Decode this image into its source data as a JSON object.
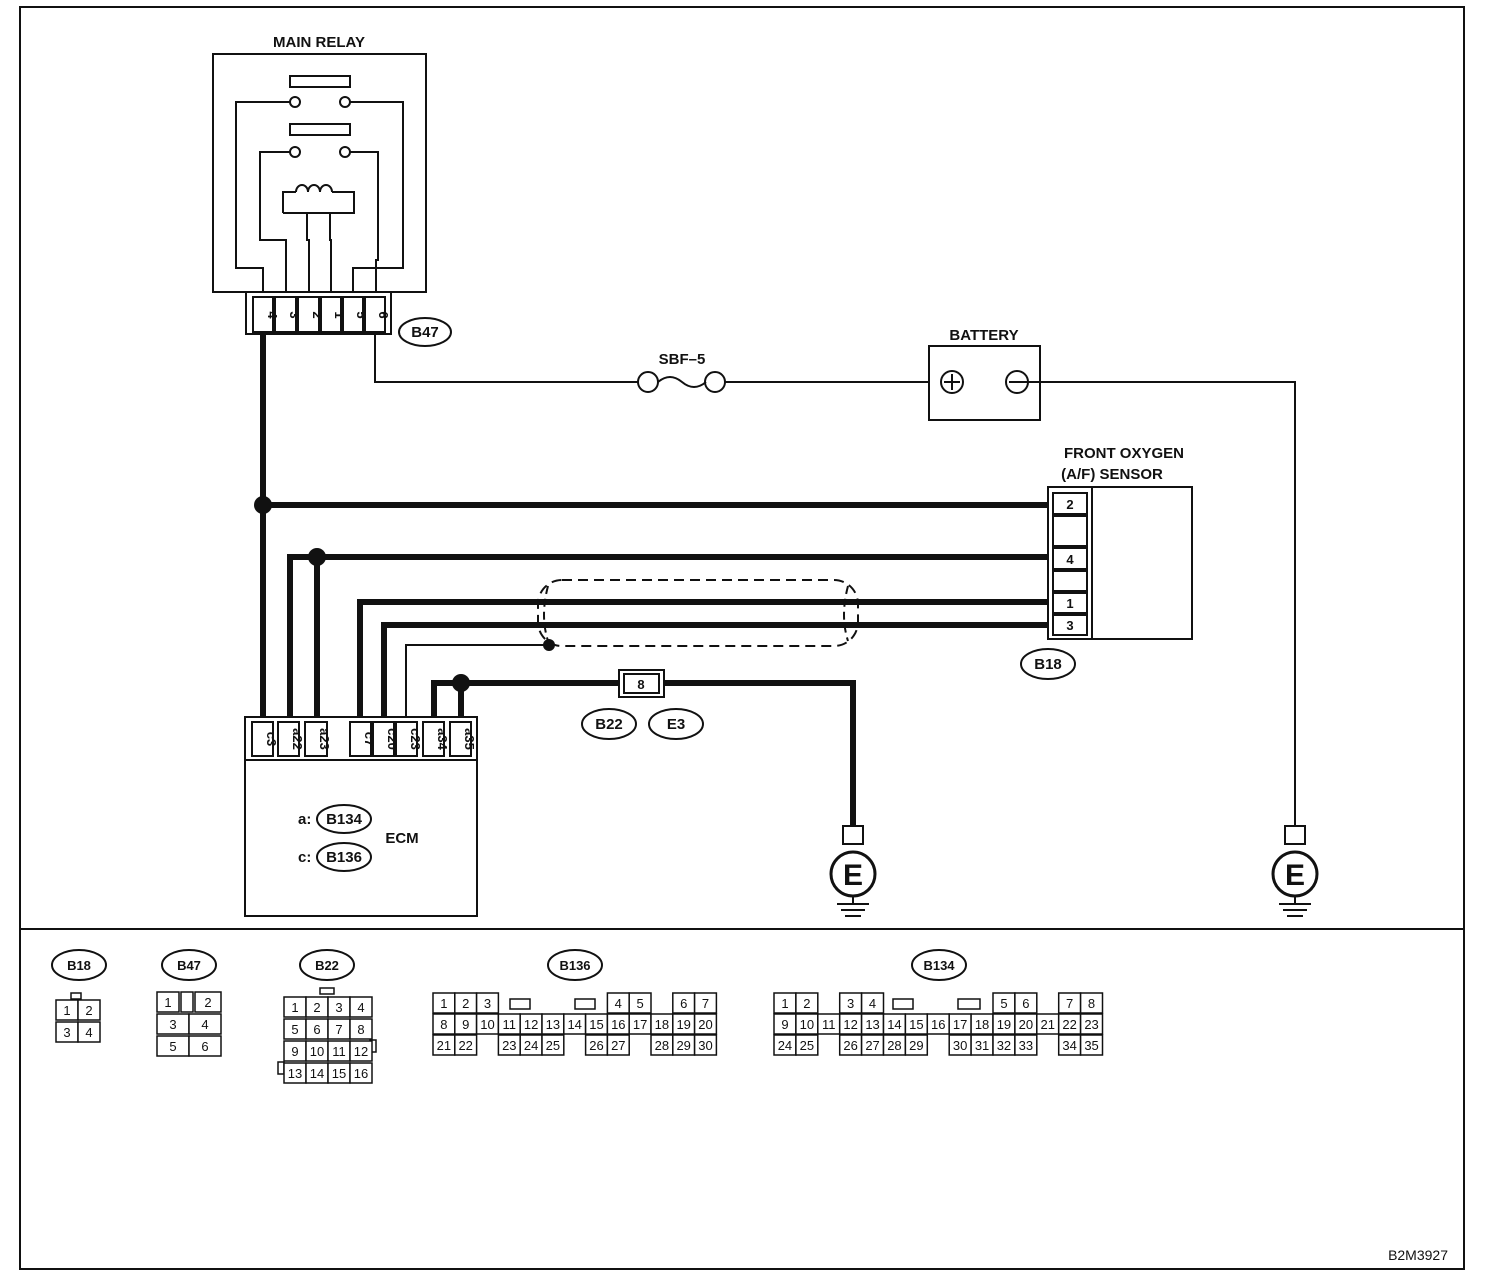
{
  "labels": {
    "main_relay": "MAIN RELAY",
    "battery": "BATTERY",
    "fuse": "SBF–5",
    "sensor_line1": "FRONT OXYGEN",
    "sensor_line2": "(A/F) SENSOR",
    "ecm": "ECM",
    "ecm_a_prefix": "a:",
    "ecm_c_prefix": "c:",
    "drawing_code": "B2M3927",
    "ground_left": "E",
    "ground_right": "E",
    "batt_plus": "⊕",
    "batt_minus": "⊖"
  },
  "connector_refs": {
    "relay": "B47",
    "sensor": "B18",
    "joint_b22": "B22",
    "joint_e3": "E3",
    "ecm_a": "B134",
    "ecm_c": "B136"
  },
  "relay_pins": [
    "4",
    "3",
    "2",
    "1",
    "5",
    "6"
  ],
  "sensor_pins": [
    "2",
    "",
    "4",
    "",
    "1",
    "3"
  ],
  "ecm_pins": [
    "c3",
    "a22",
    "a23",
    "",
    "c7",
    "c20",
    "c23",
    "a34",
    "a35"
  ],
  "joint_pin": "8",
  "legend": {
    "B18": {
      "rows": [
        [
          "1",
          "2"
        ],
        [
          "3",
          "4"
        ]
      ]
    },
    "B47": {
      "rows": [
        [
          "1",
          "",
          "2"
        ],
        [
          "3",
          "4"
        ],
        [
          "5",
          "6"
        ]
      ]
    },
    "B22": {
      "rows": [
        [
          "1",
          "2",
          "3",
          "4"
        ],
        [
          "5",
          "6",
          "7",
          "8"
        ],
        [
          "9",
          "10",
          "11",
          "12"
        ],
        [
          "13",
          "14",
          "15",
          "16"
        ]
      ]
    },
    "B136": {
      "rows": [
        [
          "1",
          "2",
          "3",
          "",
          "",
          "",
          "",
          "",
          "4",
          "5",
          "",
          "6",
          "7"
        ],
        [
          "8",
          "9",
          "10",
          "11",
          "12",
          "13",
          "14",
          "15",
          "16",
          "17",
          "18",
          "19",
          "20"
        ],
        [
          "21",
          "22",
          "",
          "23",
          "24",
          "25",
          "",
          "26",
          "27",
          "",
          "28",
          "29",
          "30"
        ]
      ]
    },
    "B134": {
      "rows": [
        [
          "1",
          "2",
          "",
          "3",
          "4",
          "",
          "",
          "",
          "",
          "",
          "5",
          "6",
          "",
          "7",
          "8"
        ],
        [
          "9",
          "10",
          "11",
          "12",
          "13",
          "14",
          "15",
          "16",
          "17",
          "18",
          "19",
          "20",
          "21",
          "22",
          "23"
        ],
        [
          "24",
          "25",
          "",
          "26",
          "27",
          "28",
          "29",
          "",
          "30",
          "31",
          "32",
          "33",
          "",
          "34",
          "35"
        ]
      ]
    }
  }
}
